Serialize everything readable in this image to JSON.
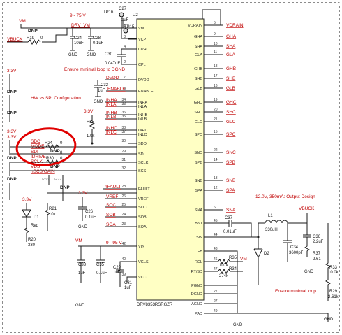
{
  "ic": {
    "ref": "U2",
    "part": "DRV8353RSRGZR",
    "left_pins": [
      {
        "num": "1",
        "name": "VM"
      },
      {
        "num": "3",
        "name": "VCP"
      },
      {
        "num": "4",
        "name": "CPH"
      },
      {
        "num": "2",
        "name": "CPL"
      },
      {
        "num": "7",
        "name": "DVDD"
      },
      {
        "num": "8",
        "name": "ENABLE"
      },
      {
        "num": "34",
        "name": "INHA"
      },
      {
        "num": "33",
        "name": "INLA"
      },
      {
        "num": "36",
        "name": "INHB"
      },
      {
        "num": "35",
        "name": "INLB"
      },
      {
        "num": "38",
        "name": "INHC"
      },
      {
        "num": "37",
        "name": "INLC"
      },
      {
        "num": "30",
        "name": "SDO"
      },
      {
        "num": "29",
        "name": "SDI"
      },
      {
        "num": "31",
        "name": "SCLK"
      },
      {
        "num": "32",
        "name": "SCS"
      },
      {
        "num": "28",
        "name": "FAULT"
      },
      {
        "num": "26",
        "name": "VREF"
      },
      {
        "num": "25",
        "name": "SOC"
      },
      {
        "num": "24",
        "name": "SOB"
      },
      {
        "num": "23",
        "name": "SOA"
      },
      {
        "num": "42",
        "name": "VIN"
      },
      {
        "num": "40",
        "name": "VGLS"
      },
      {
        "num": "39",
        "name": "VCC"
      }
    ],
    "right_pins": [
      {
        "num": "5",
        "name": "VDRAIN"
      },
      {
        "num": "9",
        "name": "GHA"
      },
      {
        "num": "10",
        "name": "SHA"
      },
      {
        "num": "11",
        "name": "GLA"
      },
      {
        "num": "18",
        "name": "GHB"
      },
      {
        "num": "17",
        "name": "SHB"
      },
      {
        "num": "16",
        "name": "GLB"
      },
      {
        "num": "19",
        "name": "GHC"
      },
      {
        "num": "20",
        "name": "SHC"
      },
      {
        "num": "21",
        "name": "GLC"
      },
      {
        "num": "15",
        "name": "SPC"
      },
      {
        "num": "22",
        "name": "SNC"
      },
      {
        "num": "14",
        "name": "SPB"
      },
      {
        "num": "13",
        "name": "SNB"
      },
      {
        "num": "12",
        "name": "SPA"
      },
      {
        "num": "6",
        "name": "SNA"
      },
      {
        "num": "45",
        "name": "BST"
      },
      {
        "num": "44",
        "name": "SW"
      },
      {
        "num": "48",
        "name": "FB"
      },
      {
        "num": "46",
        "name": "RCL"
      },
      {
        "num": "47",
        "name": "RT/SD"
      },
      {
        "num": "",
        "name": "PGND"
      },
      {
        "num": "27",
        "name": "DGND"
      },
      {
        "num": "27",
        "name": "AGND"
      },
      {
        "num": "49",
        "name": "PAD"
      }
    ]
  },
  "nets_right": [
    {
      "label": "VDRAIN",
      "y": 0
    },
    {
      "label": "GHA"
    },
    {
      "label": "SHA"
    },
    {
      "label": "GLA"
    },
    {
      "label": "GHB"
    },
    {
      "label": "SHB"
    },
    {
      "label": "GLB"
    },
    {
      "label": "GHC"
    },
    {
      "label": "SHC"
    },
    {
      "label": "GLC"
    },
    {
      "label": "SPC"
    },
    {
      "label": "SNC"
    },
    {
      "label": "SPB"
    },
    {
      "label": "SNB"
    },
    {
      "label": "SPA"
    },
    {
      "label": "SNA"
    }
  ],
  "nets_left": [
    "ENABLE",
    "INHA",
    "INLA",
    "INHB",
    "INLB",
    "INHC",
    "INLC",
    "nFAULT",
    "VREF",
    "SOC",
    "SOB",
    "SOA"
  ],
  "labels": {
    "vm_range_top": "9 - 75 V",
    "vm_range_bottom": "9 - 95 V",
    "note_dgnd": "Ensure minimal loop to DGND",
    "hw_spi": "HW vs SPI Configuration",
    "output_design": "12.0V, 350mA: Output Design",
    "ensure_minimal_loop": "Ensure minimal loop",
    "vm": "VM",
    "drv_vm": "DRV_VM",
    "vbuck": "VBUCK",
    "v33": "3.3V",
    "dvdd": "DVDD",
    "gnd": "GND",
    "dnp": "DNP",
    "tp16": "TP16",
    "tp15": "TP15",
    "zero": "0"
  },
  "components": {
    "R19": {
      "ref": "R19",
      "value": "0"
    },
    "C24": {
      "ref": "C24",
      "value": "10uF"
    },
    "C28": {
      "ref": "C28",
      "value": "0.1uF"
    },
    "C27": {
      "ref": "C27",
      "value": "1uF"
    },
    "C30": {
      "ref": "C30",
      "value": "0.047uF"
    },
    "C32": {
      "ref": "C32",
      "value": "1uF"
    },
    "R25": {
      "ref": "R25",
      "value": "1.0k"
    },
    "R24": {
      "ref": "R24",
      "value": "0"
    },
    "R30": {
      "ref": "R30",
      "value": "0"
    },
    "R34": {
      "ref": "R34",
      "value": "274k"
    },
    "R35": {
      "ref": "R35",
      "value": "107k"
    },
    "C26": {
      "ref": "C26",
      "value": "0.1uF"
    },
    "C33": {
      "ref": "C33",
      "value": "1uF"
    },
    "C35": {
      "ref": "C35",
      "value": "0.1uF"
    },
    "C29": {
      "ref": "C29",
      "value": "1uF"
    },
    "C31": {
      "ref": "C31",
      "value": "1uF"
    },
    "D1": {
      "ref": "D1",
      "value": "Red"
    },
    "R21": {
      "ref": "R21",
      "value": "10k"
    },
    "R20": {
      "ref": "R20",
      "value": "330"
    },
    "C37": {
      "ref": "C37",
      "value": "0.01uF"
    },
    "L1": {
      "ref": "L1",
      "value": "330uH"
    },
    "C36": {
      "ref": "C36",
      "value": "2.2uF"
    },
    "C34": {
      "ref": "C34",
      "value": "3600pF"
    },
    "D2": {
      "ref": "D2",
      "value": ""
    },
    "R37": {
      "ref": "R37",
      "value": "2.61"
    },
    "R33": {
      "ref": "R33",
      "value": "10.0k"
    },
    "R29": {
      "ref": "R29",
      "value": "2.61k"
    }
  },
  "config_signals": [
    "SDO",
    "MODE",
    "SDI",
    "IDRIVE",
    "SCLK",
    "VDS",
    "nSCS/GAIN"
  ],
  "config_gray": [
    "R36",
    "R22"
  ],
  "colors": {
    "net_red": "#c00000",
    "ic_fill": "#ffffc4",
    "highlight": "#e00000"
  }
}
